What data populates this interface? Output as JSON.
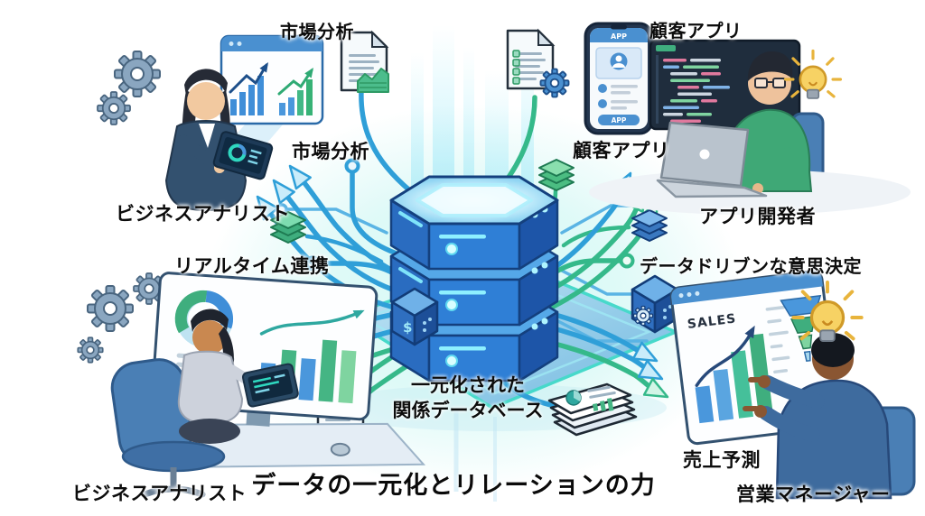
{
  "meta": {
    "kind": "concept-illustration",
    "language": "ja",
    "subject": "centralized relational database connecting business roles"
  },
  "title": {
    "main": "データの一元化とリレーションの力"
  },
  "center_database": {
    "caption_line1": "一元化された",
    "caption_line2": "関係データベース"
  },
  "labels": {
    "market_analysis_window": "市場分析",
    "market_analysis_flow": "市場分析",
    "business_analyst_top": "ビジネスアナリスト",
    "realtime_integration": "リアルタイム連携",
    "customer_app_phone": "顧客アプリ",
    "customer_app_flow": "顧客アプリ",
    "app_developer": "アプリ開発者",
    "data_driven_decision": "データドリブンな意思決定",
    "sales_forecast": "売上予測",
    "business_analyst_bottom": "ビジネスアナリスト",
    "sales_manager": "営業マネージャー"
  },
  "screen_texts": {
    "sales_board": "SALES",
    "phone_header": "APP",
    "phone_button": "APP"
  },
  "icons": [
    "database-icon",
    "gear-icon",
    "lightbulb-icon",
    "document-icon",
    "checklist-gear-document-icon",
    "chart-document-icon",
    "layer-stack-icon",
    "cube-finance-icon",
    "cube-gear-icon",
    "report-stack-icon",
    "browser-window-icon",
    "tablet-icon",
    "phone-icon",
    "code-editor-icon",
    "laptop-icon",
    "monitor-dashboard-icon",
    "sales-screen-icon",
    "flow-arrow-icon",
    "circuit-line-icon"
  ],
  "colors": {
    "circuit_blue": "#2f9fd8",
    "circuit_green": "#35b98a",
    "database_blue": "#2f7fd6",
    "database_dark": "#14407e",
    "glow_cyan": "#7fe9e0",
    "window_header": "#4a90d0",
    "bulb_yellow": "#f7d264",
    "text_black": "#0c0c0c"
  }
}
